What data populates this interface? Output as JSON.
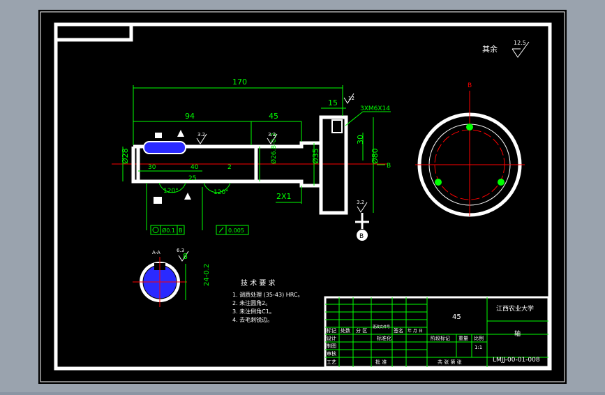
{
  "colors": {
    "background": "#000000",
    "frame": "#ffffff",
    "dimension": "#00ff00",
    "centerline": "#ff0000",
    "hatch": "#3333ff",
    "text": "#ffffff",
    "outer_bg": "#9aa3ae"
  },
  "drawing": {
    "note_other": "其余",
    "roughness_general": "12.5",
    "dim_total": "170",
    "dim_94": "94",
    "dim_45": "45",
    "dim_15": "15",
    "dim_30v": "30",
    "dim_30": "30",
    "dim_40": "40",
    "dim_25": "25",
    "dim_2": "2",
    "dim_2x1": "2X1",
    "dim_d28": "Ø28",
    "dim_d26": "Ø26.8-0.2",
    "dim_d35": "Ø35",
    "dim_d80": "Ø80",
    "thread": "3XM6X14",
    "angle1": "120°",
    "angle2": "120°",
    "rough_32": "3.2",
    "rough_63": "6.3",
    "rough_12": "12",
    "section_b": "B",
    "section_b_label": "B",
    "datum_b": "B",
    "tol_runout": "Ø0.1",
    "tol_runout_ref": "B",
    "tol_cyl": "0.005",
    "section_aa": "A-A",
    "dim_8": "8",
    "dim_24": "24-0.2",
    "tech_title": "技 术 要 求",
    "tech_items": [
      "1. 调质处理 (35-43) HRC。",
      "2. 未注圆角2。",
      "3. 未注倒角C1。",
      "4. 去毛刺锐边。"
    ]
  },
  "title_block": {
    "material": "45",
    "school": "江西农业大学",
    "part_name": "轴",
    "drawing_no": "LMJJ-00-01-008",
    "scale": "1:1",
    "h_mark": "标记",
    "h_count": "处数",
    "h_zone": "分 区",
    "h_change": "更改文件号",
    "h_sign": "签名",
    "h_date": "年 月 日",
    "r_design": "设计",
    "r_std": "标准化",
    "r_draw": "制图",
    "r_check": "审核",
    "r_craft": "工艺",
    "r_approve": "批 准",
    "stage": "阶段标记",
    "weight": "重量",
    "ratio": "比例",
    "sheets": "共 张 第 张"
  }
}
